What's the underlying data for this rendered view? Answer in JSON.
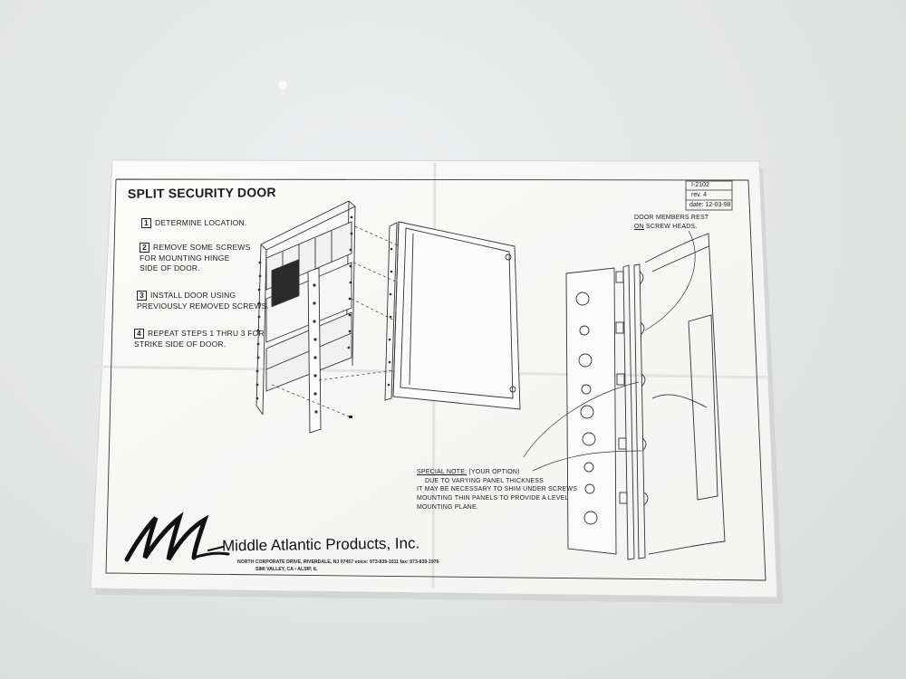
{
  "document": {
    "title": "SPLIT SECURITY DOOR",
    "title_block": {
      "doc_number": "I-2102",
      "revision": "rev. 4",
      "date": "date: 12-03-98"
    },
    "steps": [
      {
        "number": "1",
        "lines": [
          "DETERMINE LOCATION."
        ]
      },
      {
        "number": "2",
        "lines": [
          "REMOVE SOME SCREWS",
          "FOR MOUNTING HINGE",
          "SIDE OF DOOR."
        ]
      },
      {
        "number": "3",
        "lines": [
          "INSTALL DOOR USING",
          "PREVIOUSLY REMOVED SCREWS."
        ]
      },
      {
        "number": "4",
        "lines": [
          "REPEAT STEPS 1 THRU 3 FOR",
          "STRIKE SIDE OF DOOR."
        ]
      }
    ],
    "callout": {
      "line1": "DOOR MEMBERS REST",
      "line2_em": "ON",
      "line2_rest": " SCREW HEADS."
    },
    "special_note": {
      "label": "SPECIAL NOTE:",
      "label_suffix": " (YOUR OPTION)",
      "lines": [
        "DUE TO VARYING PANEL THICKNESS",
        "IT MAY BE NECESSARY TO SHIM UNDER SCREWS",
        "MOUNTING THIN PANELS TO PROVIDE A LEVEL",
        "MOUNTING PLANE."
      ]
    },
    "company": {
      "name": "Middle Atlantic Products, Inc.",
      "address_line1": "NORTH CORPORATE DRIVE, RIVERDALE, NJ 07457   voice: 973-839-1011   fax: 973-839-1976",
      "address_line2": "SIMI VALLEY, CA  •  ALSIP, IL"
    }
  },
  "colors": {
    "paper": "#f9f9f8",
    "ink": "#1c1c1c",
    "background": "#e4e6e5"
  }
}
